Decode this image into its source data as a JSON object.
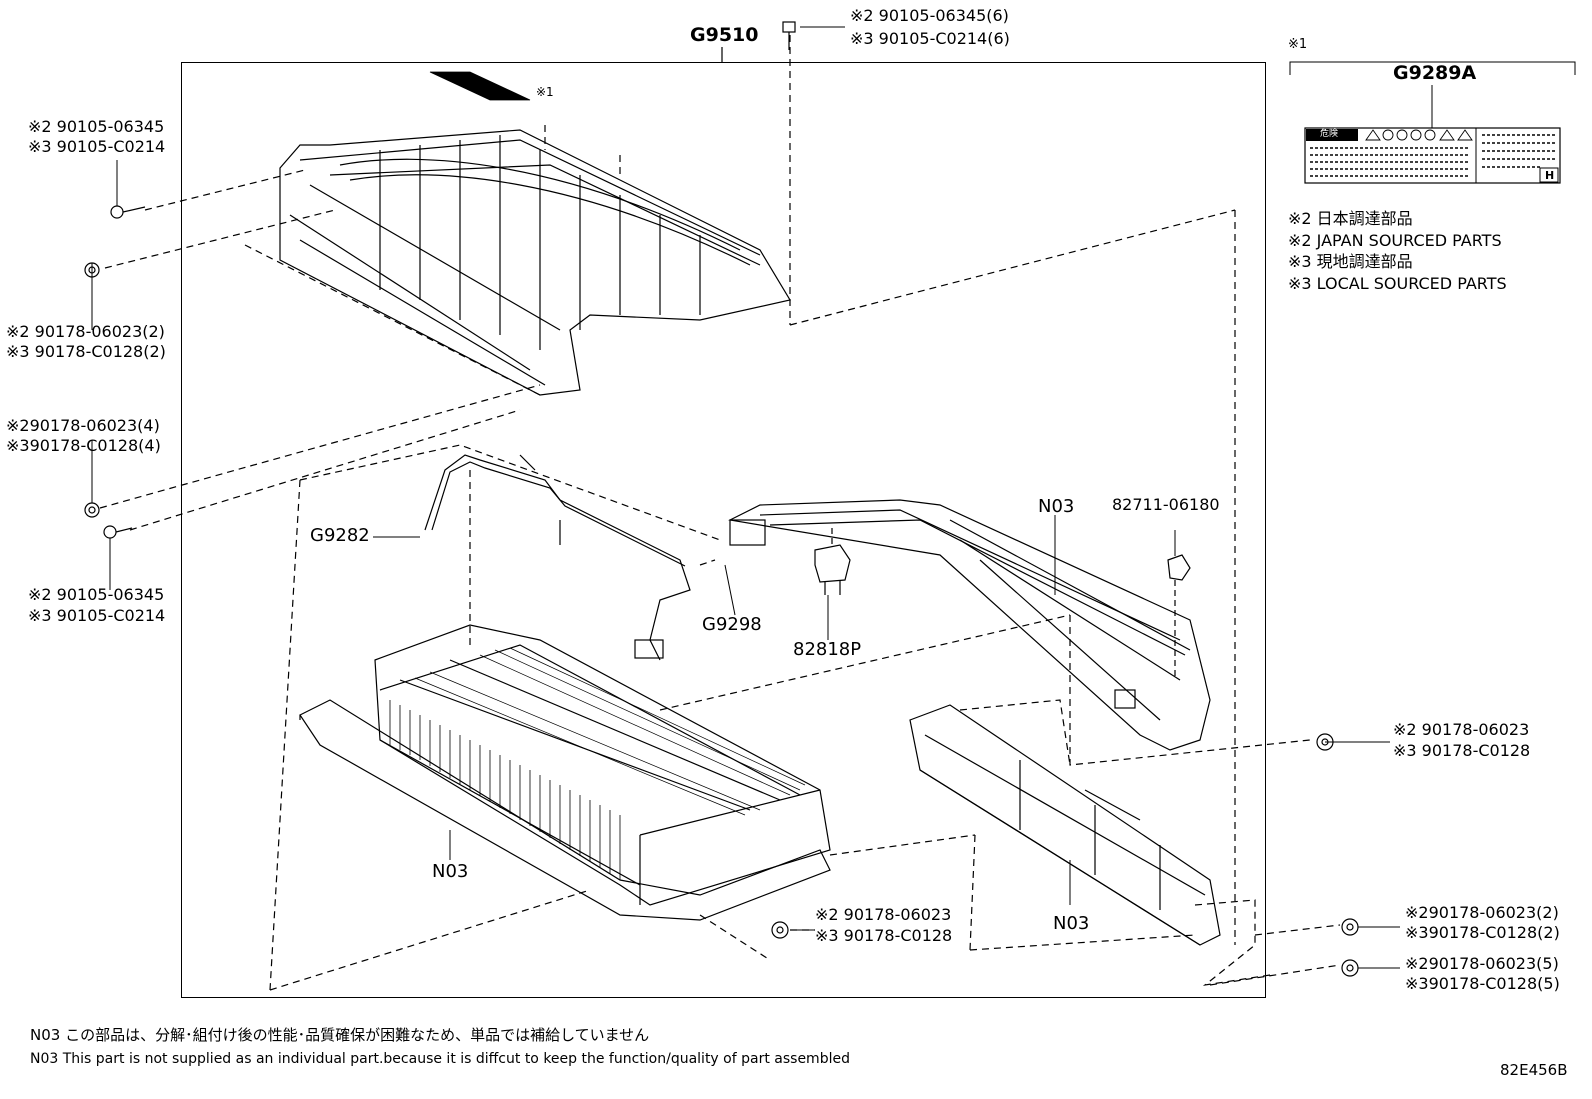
{
  "assembly_code": "G9510",
  "label_assembly": {
    "marker": "※1",
    "code": "G9289A",
    "warning_text": "危険",
    "letter": "H"
  },
  "legend": [
    "※2 日本調達部品",
    "※2 JAPAN SOURCED PARTS",
    "※3 現地調達部品",
    "※3 LOCAL SOURCED PARTS"
  ],
  "callouts": {
    "top_bolt": [
      "※2 90105-06345(6)",
      "※3 90105-C0214(6)"
    ],
    "left_bolt_top": [
      "※2 90105-06345",
      "※3 90105-C0214"
    ],
    "left_nut_2": [
      "※2 90178-06023(2)",
      "※3 90178-C0128(2)"
    ],
    "left_nut_4": [
      "※290178-06023(4)",
      "※390178-C0128(4)"
    ],
    "left_bolt_bottom": [
      "※2 90105-06345",
      "※3 90105-C0214"
    ],
    "right_nut_single": [
      "※2 90178-06023",
      "※3 90178-C0128"
    ],
    "center_nut": [
      "※2 90178-06023",
      "※3 90178-C0128"
    ],
    "right_nut_2": [
      "※290178-06023(2)",
      "※390178-C0128(2)"
    ],
    "right_nut_5": [
      "※290178-06023(5)",
      "※390178-C0128(5)"
    ],
    "cover_label_marker": "※1"
  },
  "parts": {
    "g9282": "G9282",
    "g9298": "G9298",
    "p82818": "82818P",
    "n03_upper": "N03",
    "p82711": "82711-06180",
    "n03_lower_left": "N03",
    "n03_lower_right": "N03"
  },
  "footnotes": [
    "N03 この部品は、分解･組付け後の性能･品質確保が困難なため、単品では補給していません",
    "N03 This part is not supplied as an  individual part.because it is diffcut to keep the function/quality of part assembled"
  ],
  "figure_id": "82E456B"
}
